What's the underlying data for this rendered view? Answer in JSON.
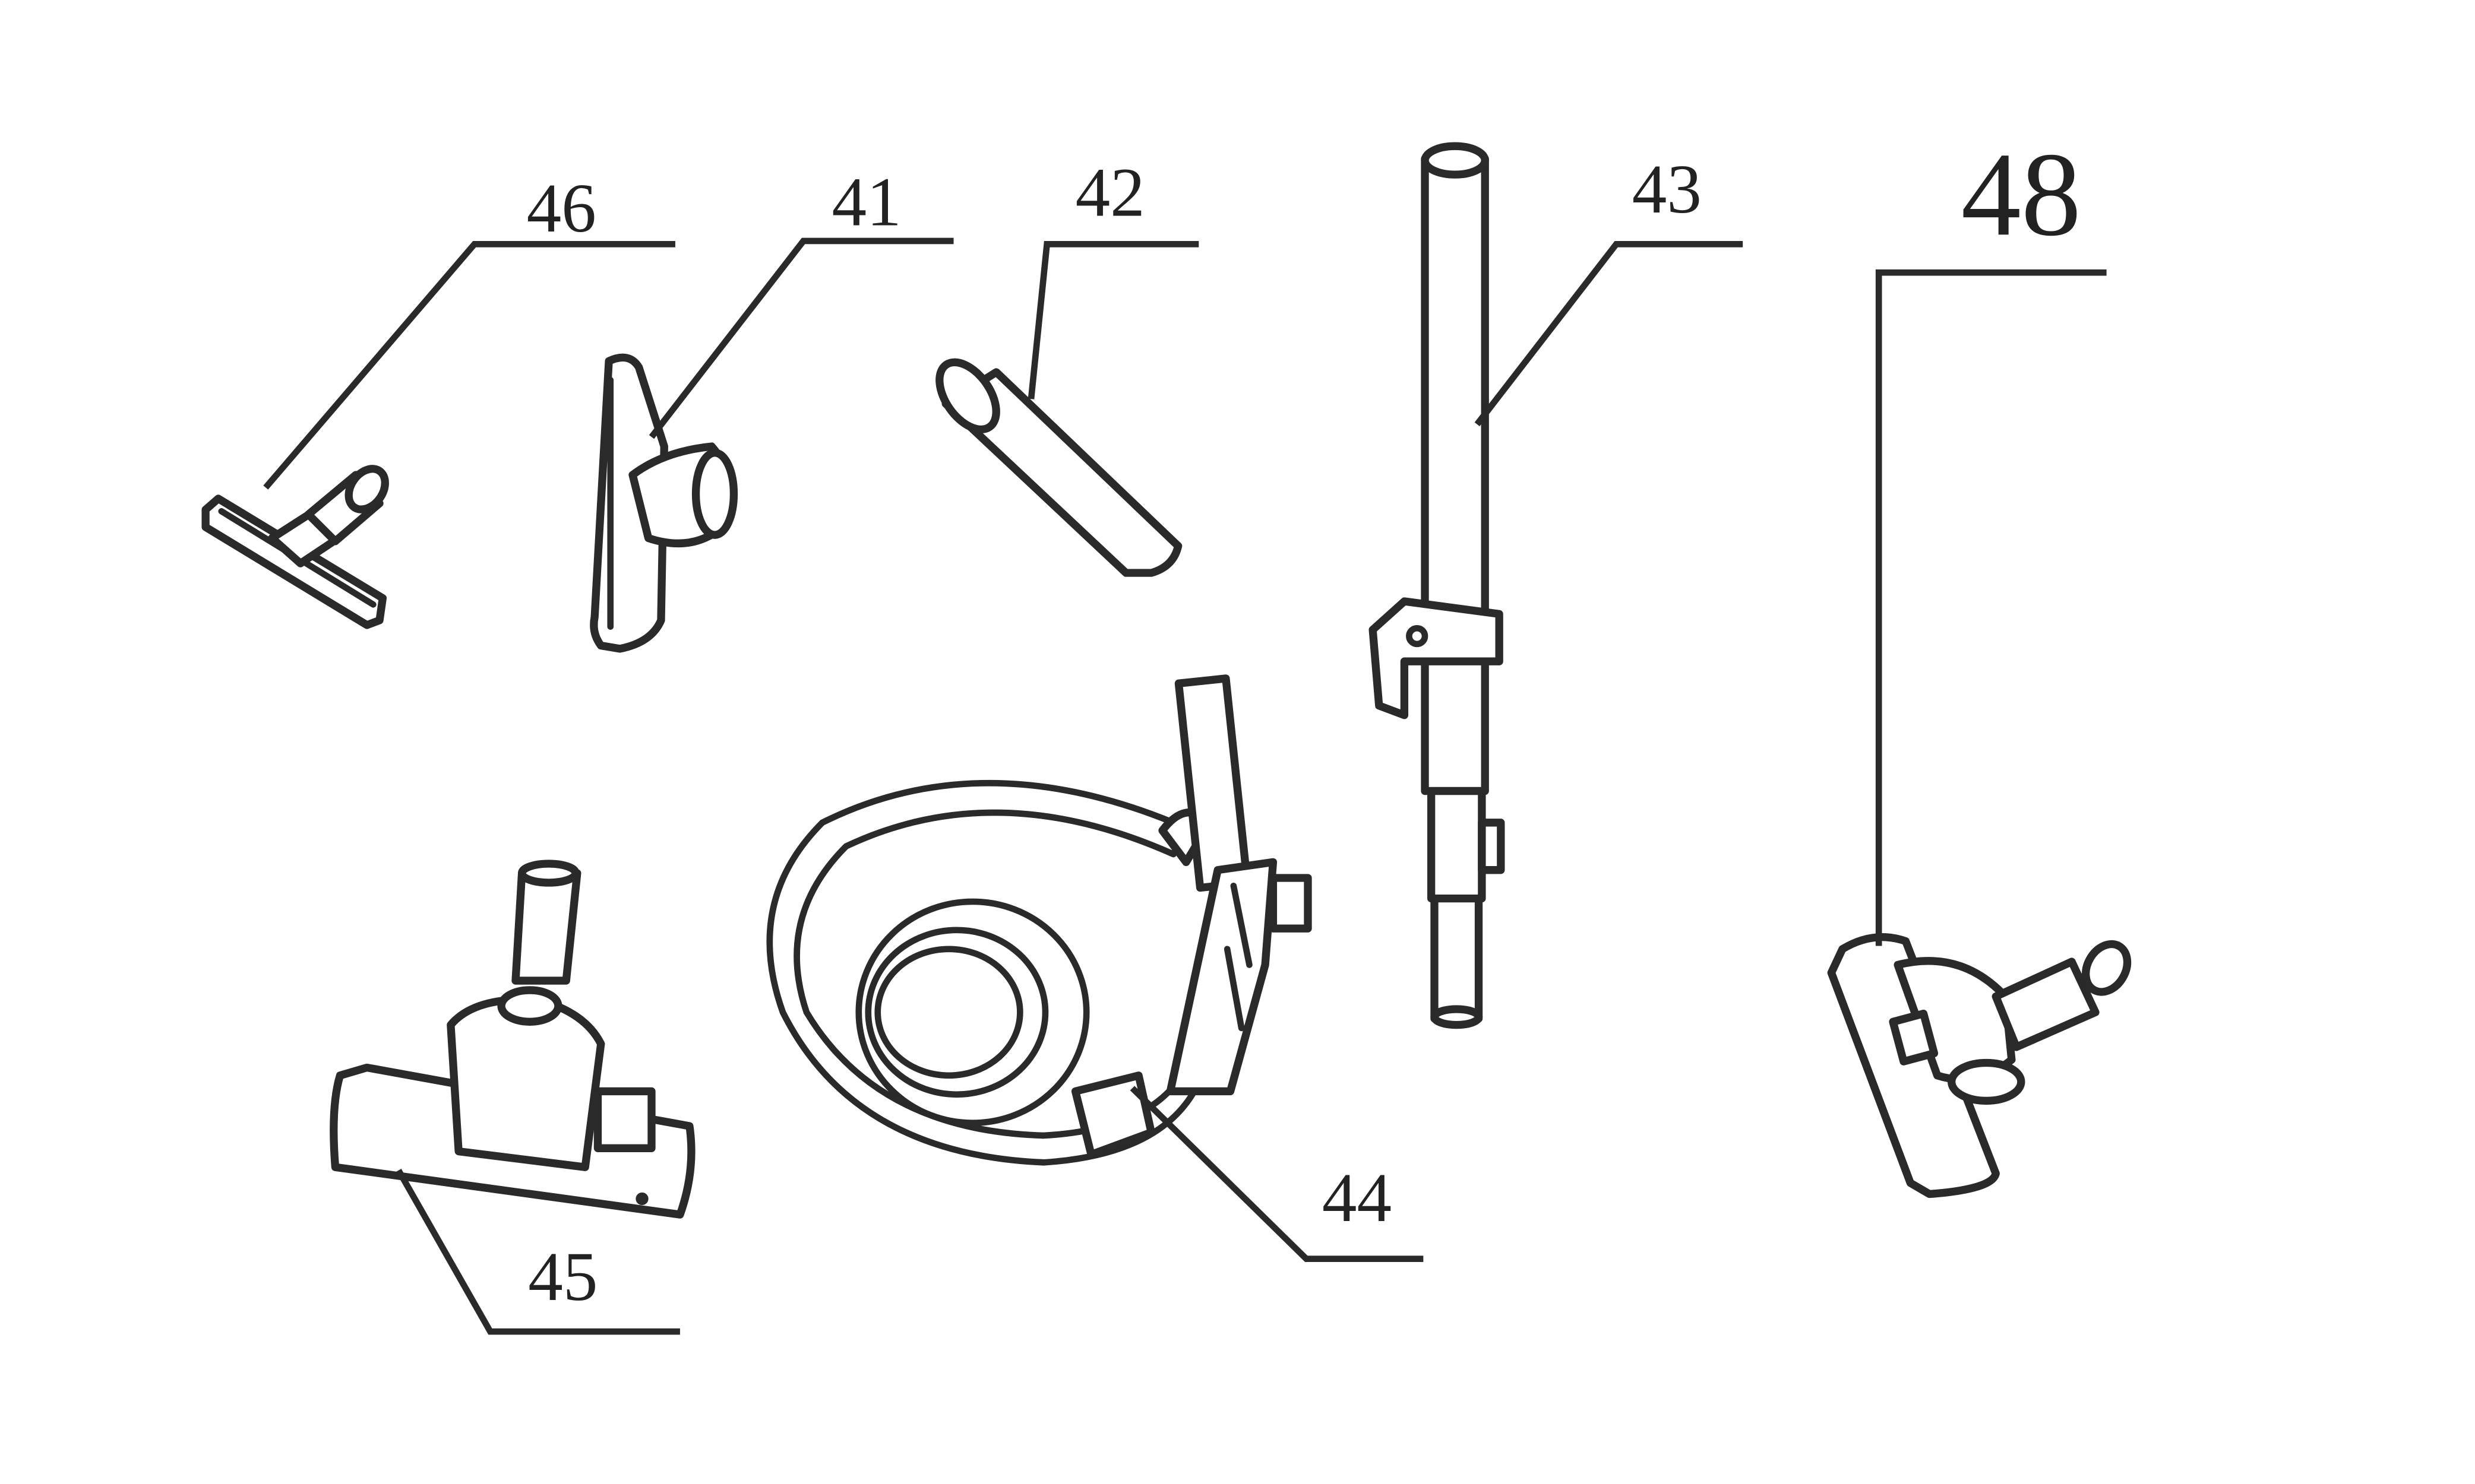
{
  "figure": {
    "callouts": {
      "c46": "46",
      "c41": "41",
      "c42": "42",
      "c43": "43",
      "c48": "48",
      "c45": "45",
      "c44": "44"
    }
  }
}
